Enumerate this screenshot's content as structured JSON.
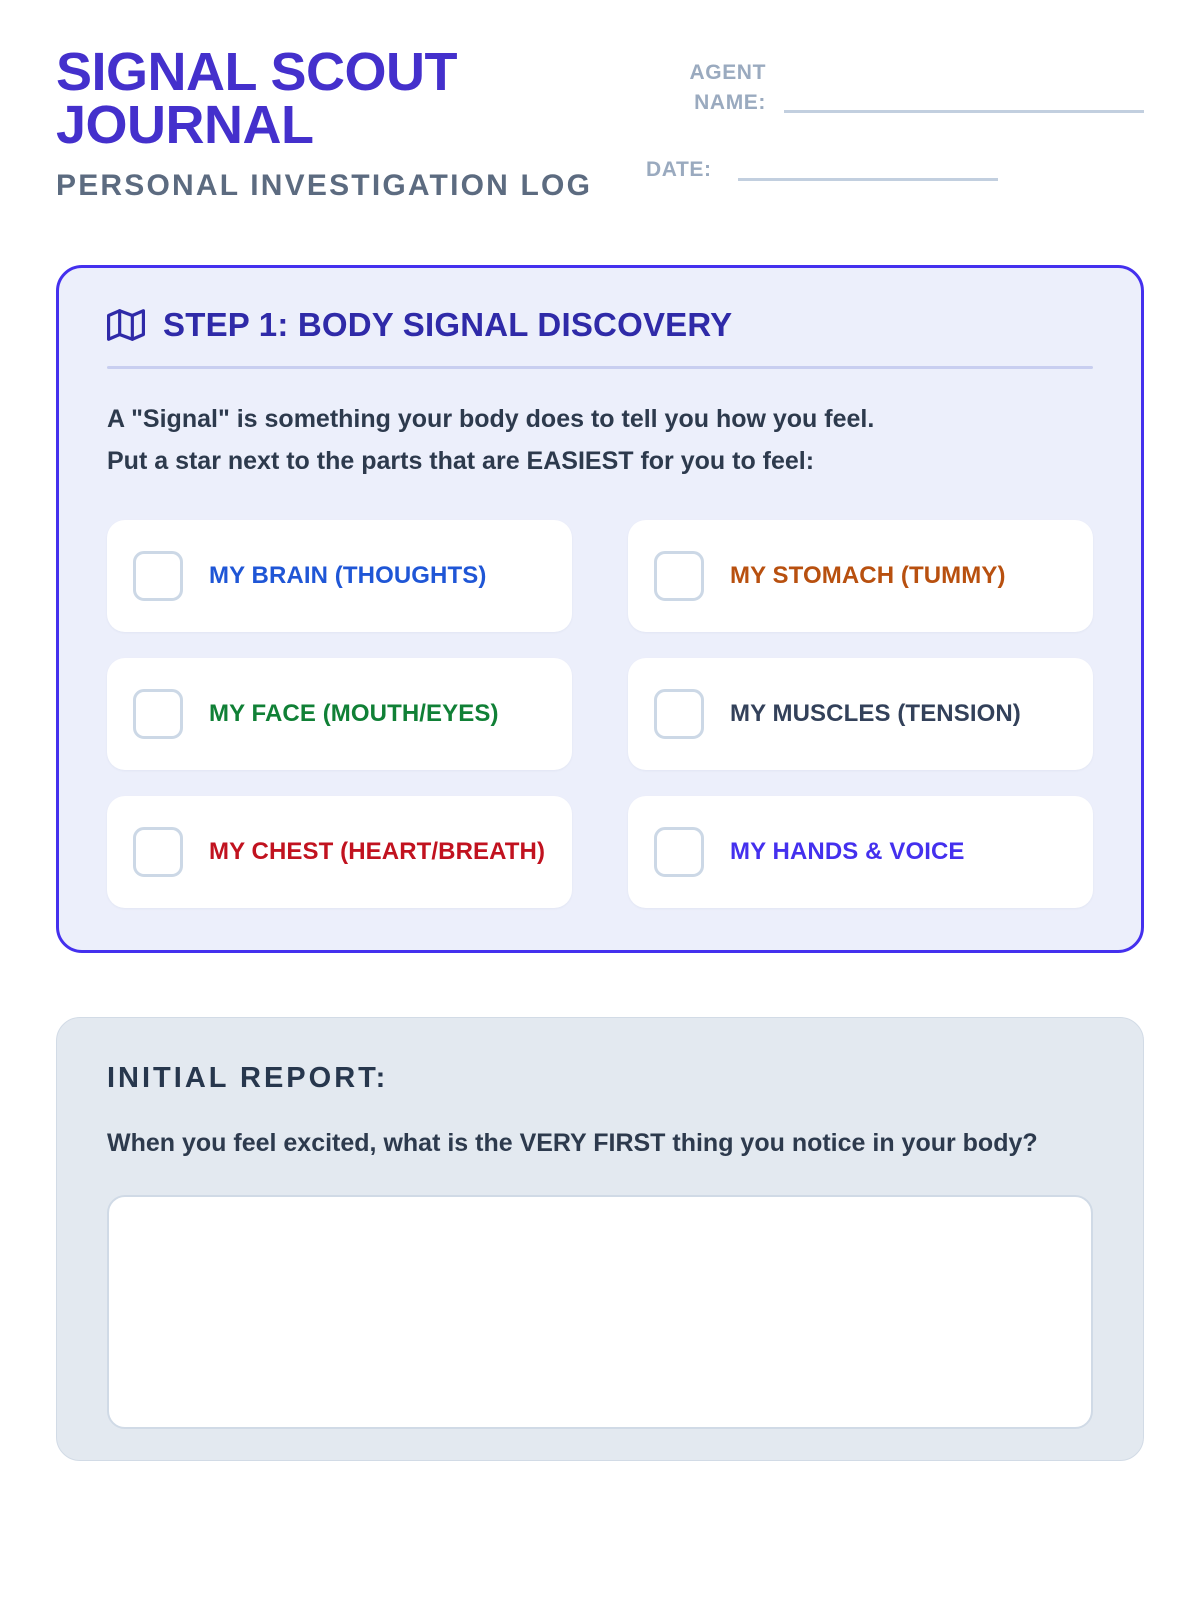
{
  "header": {
    "title": "SIGNAL SCOUT JOURNAL",
    "subtitle": "PERSONAL INVESTIGATION LOG",
    "agent_name_label": "AGENT NAME:",
    "agent_name_value": "",
    "date_label": "DATE:",
    "date_value": "",
    "title_color": "#4430cc",
    "subtitle_color": "#5c6b80",
    "label_color": "#9aaabf"
  },
  "step1": {
    "icon": "map-icon",
    "title": "STEP 1: BODY SIGNAL DISCOVERY",
    "intro_line1": "A \"Signal\" is something your body does to tell you how you feel.",
    "intro_line2": "Put a star next to the parts that are EASIEST for you to feel:",
    "border_color": "#4430ee",
    "background_color": "#ecefFB",
    "title_color": "#2f2aa8",
    "options": [
      {
        "label": "MY BRAIN (THOUGHTS)",
        "color": "#1f56d6",
        "checked": false
      },
      {
        "label": "MY STOMACH (TUMMY)",
        "color": "#b8500f",
        "checked": false
      },
      {
        "label": "MY FACE (MOUTH/EYES)",
        "color": "#108036",
        "checked": false
      },
      {
        "label": "MY MUSCLES (TENSION)",
        "color": "#33415a",
        "checked": false
      },
      {
        "label": "MY CHEST (HEART/BREATH)",
        "color": "#c1121f",
        "checked": false
      },
      {
        "label": "MY HANDS & VOICE",
        "color": "#4430ee",
        "checked": false
      }
    ]
  },
  "report": {
    "title": "INITIAL REPORT:",
    "question": "When you feel excited, what is the VERY FIRST thing you notice in your body?",
    "answer_value": "",
    "answer_placeholder": "",
    "background_color": "#e3e9f0"
  }
}
